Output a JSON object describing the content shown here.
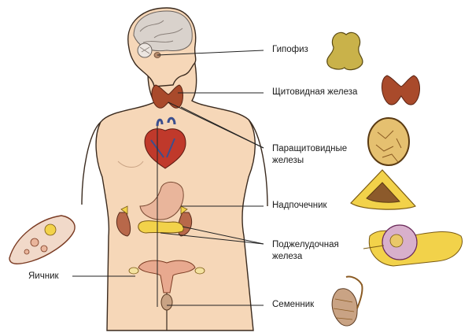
{
  "labels": {
    "pituitary": "Гипофиз",
    "thyroid": "Щитовидная железа",
    "parathyroid_line1": "Паращитовидные",
    "parathyroid_line2": "железы",
    "adrenal": "Надпочечник",
    "pancreas_line1": "Поджелудочная",
    "pancreas_line2": "железа",
    "testis": "Семенник",
    "ovary": "Яичник"
  },
  "colors": {
    "skin": "#f6d7b8",
    "skin_outline": "#3a2a1e",
    "brain": "#d9d2cc",
    "thyroid": "#a94a2b",
    "heart": "#c0392b",
    "vessel_blue": "#3b4f8f",
    "stomach": "#e9b59b",
    "pancreas": "#f2d24a",
    "adrenal_inner": "#8c5a2b",
    "kidney": "#b8684a",
    "leader_line": "#222222"
  }
}
